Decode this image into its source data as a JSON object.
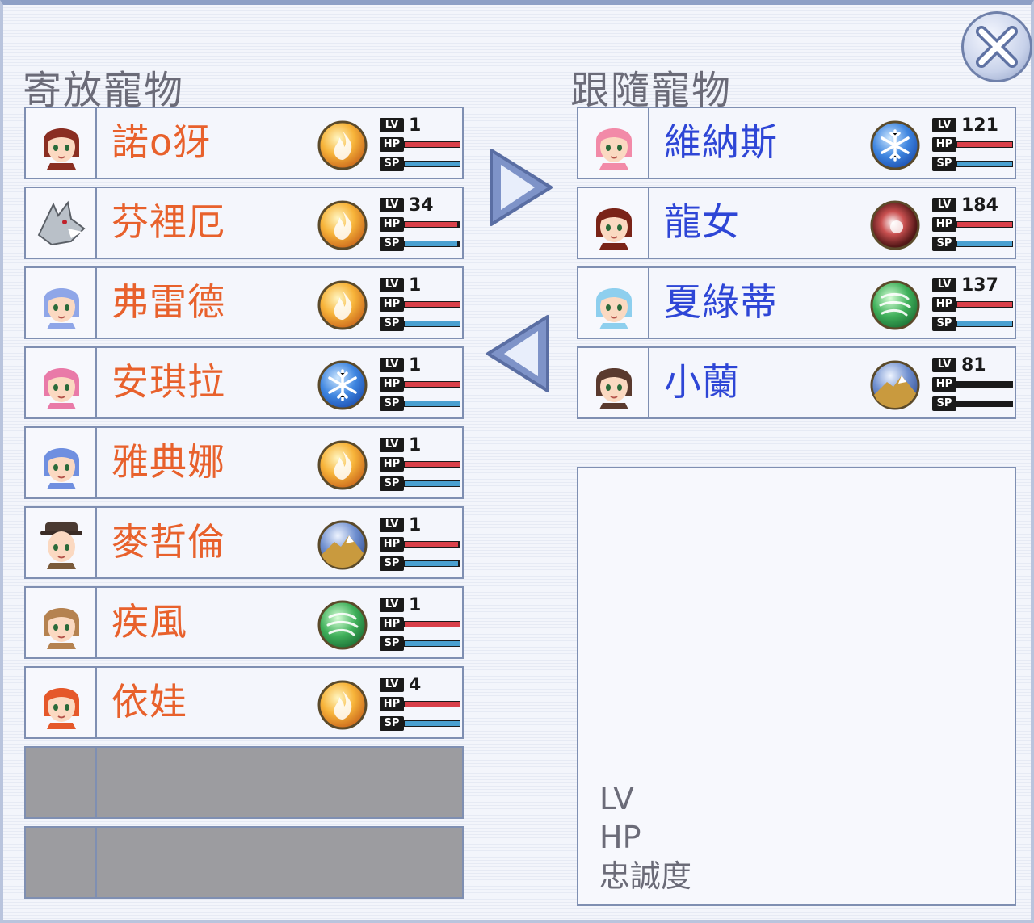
{
  "left_title": "寄放寵物",
  "right_title": "跟隨寵物",
  "stat_labels": {
    "lv": "LV",
    "hp": "HP",
    "sp": "SP"
  },
  "stored_pets": [
    {
      "name": "諾o犽",
      "element": "fire-icon",
      "level": "1",
      "hp": 1.0,
      "sp": 1.0
    },
    {
      "name": "芬裡厄",
      "element": "fire-icon",
      "level": "34",
      "hp": 0.95,
      "sp": 0.95
    },
    {
      "name": "弗雷德",
      "element": "fire-icon",
      "level": "1",
      "hp": 1.0,
      "sp": 1.0
    },
    {
      "name": "安琪拉",
      "element": "ice-icon",
      "level": "1",
      "hp": 1.0,
      "sp": 1.0
    },
    {
      "name": "雅典娜",
      "element": "fire-icon",
      "level": "1",
      "hp": 1.0,
      "sp": 1.0
    },
    {
      "name": "麥哲倫",
      "element": "earth-icon",
      "level": "1",
      "hp": 0.97,
      "sp": 0.97
    },
    {
      "name": "疾風",
      "element": "wind-icon",
      "level": "1",
      "hp": 1.0,
      "sp": 1.0
    },
    {
      "name": "依娃",
      "element": "fire-icon",
      "level": "4",
      "hp": 1.0,
      "sp": 1.0
    }
  ],
  "following_pets": [
    {
      "name": "維納斯",
      "element": "ice-icon",
      "level": "121",
      "hp": 1.0,
      "sp": 1.0
    },
    {
      "name": "龍女",
      "element": "dark-icon",
      "level": "184",
      "hp": 1.0,
      "sp": 1.0
    },
    {
      "name": "夏綠蒂",
      "element": "wind-icon",
      "level": "137",
      "hp": 1.0,
      "sp": 1.0
    },
    {
      "name": "小蘭",
      "element": "earth-icon",
      "level": "81",
      "hp": 0.0,
      "sp": 0.0
    }
  ],
  "empty_slots": 2,
  "info": {
    "lv_label": "LV",
    "hp_label": "HP",
    "loyalty_label": "忠誠度"
  },
  "colors": {
    "stored_name": "#e8612c",
    "following_name": "#2e46d6",
    "hp_bar": "#d9404a",
    "sp_bar": "#4aa0d0"
  }
}
